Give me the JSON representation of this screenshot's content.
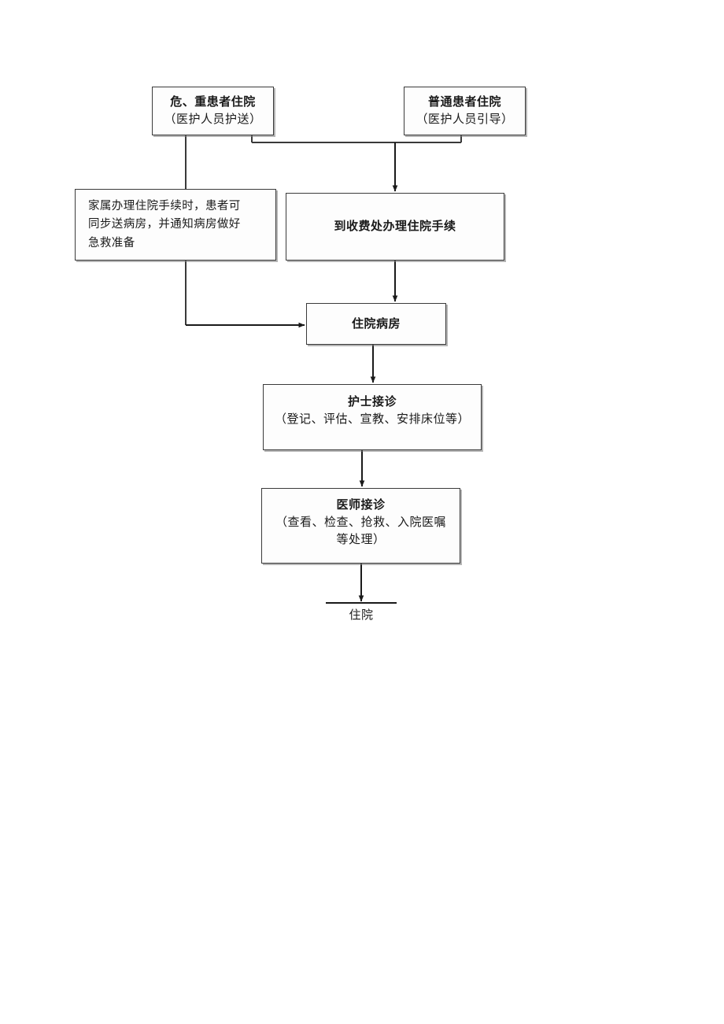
{
  "document": {
    "kind": "flowchart",
    "language": "zh-CN",
    "background_color": "#ffffff",
    "line_color": "#3a3a3a",
    "text_color": "#1a1a1a"
  },
  "nodes": {
    "critical_patient": {
      "title": "危、重患者住院",
      "subtitle": "（医护人员护送）"
    },
    "normal_patient": {
      "title": "普通患者住院",
      "subtitle": "（医护人员引导）"
    },
    "family_note": {
      "line1": "家属办理住院手续时，患者可",
      "line2": "同步送病房，并通知病房做好",
      "line3": "急救准备"
    },
    "cashier": {
      "title": "到收费处办理住院手续"
    },
    "ward": {
      "title": "住院病房"
    },
    "nurse_reception": {
      "title": "护士接诊",
      "subtitle": "（登记、评估、宣教、安排床位等）"
    },
    "doctor_reception": {
      "title": "医师接诊",
      "subtitle_line1": "（查看、检查、抢救、入院医嘱",
      "subtitle_line2": "等处理）"
    },
    "terminal": {
      "label": "住院"
    }
  }
}
